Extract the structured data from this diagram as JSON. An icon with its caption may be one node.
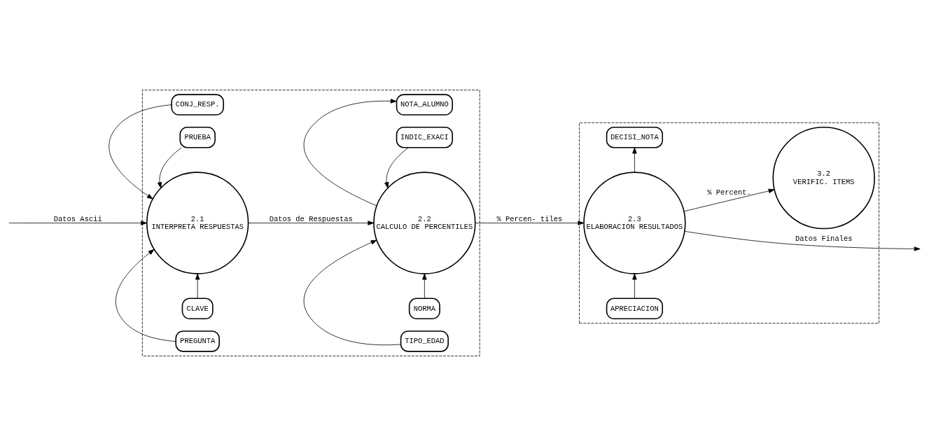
{
  "diagram": {
    "nodes": [
      {
        "text": [],
        "shape": "box"
      },
      {
        "text": [],
        "shape": "box"
      },
      {
        "text": [
          "CONJ_RESP."
        ],
        "in": 0
      },
      {
        "text": [
          "PRUEBA"
        ],
        "in": 0
      },
      {
        "text": [
          "NOTA_ALUMNO"
        ],
        "in": 0
      },
      {
        "text": [
          "INDIC_EXACI"
        ],
        "in": 0
      },
      {
        "text": [
          "DECISI_NOTA"
        ],
        "in": 1
      },
      {
        "text": [
          "2.1",
          "INTERPRETA RESPUESTAS"
        ],
        "in": 0
      },
      {
        "text": [
          "2.2",
          "CALCULO DE PERCENTILES"
        ],
        "in": 0
      },
      {
        "text": [
          "2.3",
          "ELABORACION RESULTADOS"
        ],
        "in": 1
      },
      {
        "text": [
          "3.2",
          "VERIFIC. ITEMS"
        ],
        "in": 1
      },
      {
        "text": [
          "CLAVE"
        ],
        "in": 0
      },
      {
        "text": [
          "PREGUNTA"
        ],
        "in": 0
      },
      {
        "text": [
          "NORMA"
        ],
        "in": 0
      },
      {
        "text": [
          "TIPO_EDAD"
        ],
        "in": 0
      },
      {
        "text": [
          "APRECIACION"
        ],
        "in": 1
      }
    ],
    "edges": [
      {
        "from": null,
        "to": 7,
        "arrow": "to",
        "label": "Datos Ascii"
      },
      {
        "from": 2,
        "to": 7,
        "arrow": "to"
      },
      {
        "from": 3,
        "to": 7,
        "arrow": "to"
      },
      {
        "from": 11,
        "to": 7,
        "arrow": "to"
      },
      {
        "from": 12,
        "to": 7,
        "arrow": "to"
      },
      {
        "from": 7,
        "to": 8,
        "arrow": "to",
        "label": "Datos de Respuestas"
      },
      {
        "from": 8,
        "to": 4,
        "arrow": "to"
      },
      {
        "from": 5,
        "to": 8,
        "arrow": "to"
      },
      {
        "from": 13,
        "to": 8,
        "arrow": "to"
      },
      {
        "from": 14,
        "to": 8,
        "arrow": "to"
      },
      {
        "from": 8,
        "to": 9,
        "arrow": "to",
        "label": "% Percen- tiles"
      },
      {
        "from": 9,
        "to": 6,
        "arrow": "to"
      },
      {
        "from": 15,
        "to": 9,
        "arrow": "to"
      },
      {
        "from": 9,
        "to": null,
        "arrow": "to",
        "label": "Datos Finales"
      },
      {
        "from": 9,
        "to": 10,
        "arrow": "to",
        "label": "% Percent."
      }
    ]
  }
}
